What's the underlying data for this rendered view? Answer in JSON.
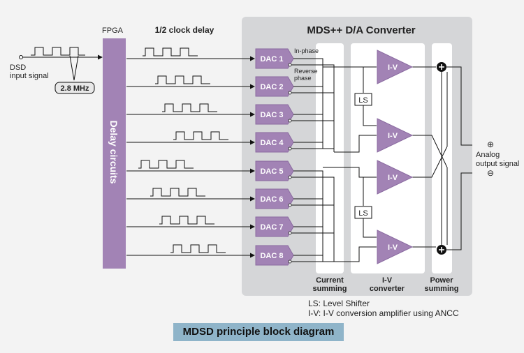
{
  "labels": {
    "converter_title": "MDS++ D/A Converter",
    "fpga": "FPGA",
    "delay_circuits": "Delay circuits",
    "clock_delay": "1/2 clock delay",
    "dsd_input_line1": "DSD",
    "dsd_input_line2": "input signal",
    "frequency_badge": "2.8 MHz",
    "in_phase": "In-phase",
    "reverse_line1": "Reverse",
    "reverse_line2": "phase",
    "level_shifter": "LS",
    "iv_amp": "I-V",
    "current_summing_line1": "Current",
    "current_summing_line2": "summing",
    "iv_converter_line1": "I-V",
    "iv_converter_line2": "converter",
    "power_summing_line1": "Power",
    "power_summing_line2": "summing",
    "analog_line1": "Analog",
    "analog_line2": "output signal",
    "plus_symbol": "⊕",
    "minus_symbol": "⊖",
    "legend_ls": "LS: Level Shifter",
    "legend_iv": "I-V: I-V conversion amplifier using ANCC",
    "caption": "MDSD principle block diagram"
  },
  "dacs": [
    "DAC 1",
    "DAC 2",
    "DAC 3",
    "DAC 4",
    "DAC 5",
    "DAC 6",
    "DAC 7",
    "DAC 8"
  ],
  "colors": {
    "purple": "#a283b5",
    "converter_bg": "#d5d6d8",
    "caption_bg": "#8fb4c9",
    "line": "#111111"
  }
}
